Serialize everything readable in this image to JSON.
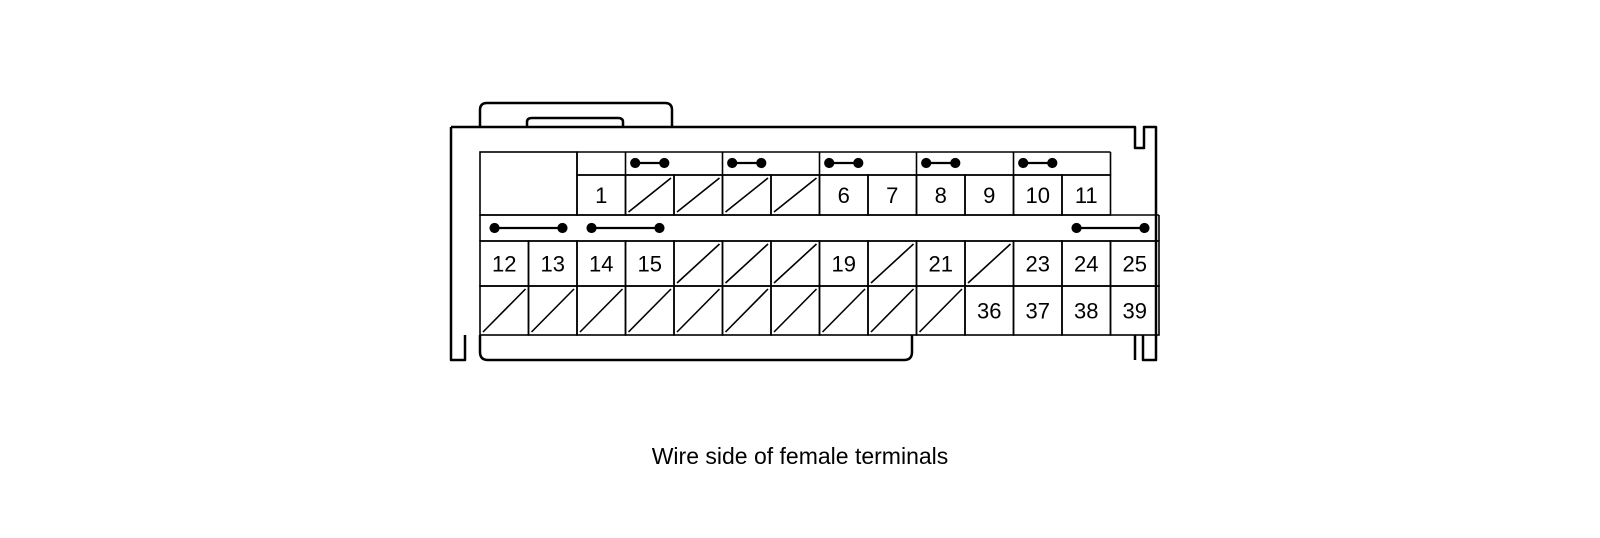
{
  "caption": "Wire side of female terminals",
  "connector": {
    "row1": [
      "",
      "1",
      "",
      "",
      "",
      "",
      "6",
      "7",
      "8",
      "9",
      "10",
      "11"
    ],
    "row2": [
      "12",
      "13",
      "14",
      "15",
      "",
      "",
      "",
      "19",
      "",
      "21",
      "",
      "23",
      "24",
      "25"
    ],
    "row3": [
      "",
      "",
      "",
      "",
      "",
      "",
      "",
      "",
      "",
      "",
      "36",
      "37",
      "38",
      "39"
    ],
    "blank_row1": [
      2,
      3,
      4,
      5
    ],
    "blank_row2": [
      4,
      5,
      6,
      8,
      10
    ],
    "blank_row3": [
      0,
      1,
      2,
      3,
      4,
      5,
      6,
      7,
      8,
      9
    ],
    "shorting_bars_row1": [
      [
        1,
        2
      ],
      [
        3,
        4
      ],
      [
        5,
        6
      ],
      [
        7,
        8
      ],
      [
        9,
        10
      ]
    ],
    "shorting_bars_row2": [
      [
        0,
        1
      ],
      [
        2,
        3
      ],
      [
        12,
        13
      ]
    ]
  }
}
